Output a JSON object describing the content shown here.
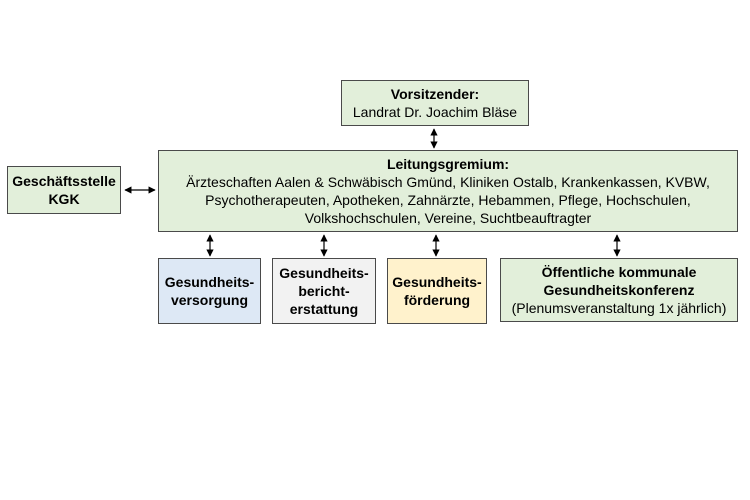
{
  "chair": {
    "title": "Vorsitzender:",
    "name": "Landrat Dr. Joachim Bläse"
  },
  "board": {
    "title": "Leitungsgremium:",
    "line1": "Ärzteschaften Aalen & Schwäbisch Gmünd, Kliniken Ostalb, Krankenkassen, KVBW,",
    "line2": "Psychotherapeuten, Apotheken, Zahnärzte, Hebammen, Pflege, Hochschulen,",
    "line3": "Volkshochschulen, Vereine,  Suchtbeauftragter"
  },
  "office": {
    "line1": "Geschäftsstelle",
    "line2": "KGK"
  },
  "care": {
    "line1": "Gesundheits-",
    "line2": "versorgung"
  },
  "report": {
    "line1": "Gesundheits-",
    "line2": "bericht-",
    "line3": "erstattung"
  },
  "promotion": {
    "line1": "Gesundheits-",
    "line2": "förderung"
  },
  "conference": {
    "line1": "Öffentliche kommunale",
    "line2": "Gesundheitskonferenz",
    "line3": "(Plenumsveranstaltung 1x jährlich)"
  },
  "colors": {
    "green": "#e2efda",
    "blue": "#dde8f5",
    "grey": "#f2f2f2",
    "yellow": "#fff2cc",
    "border": "#4a4a4a"
  }
}
